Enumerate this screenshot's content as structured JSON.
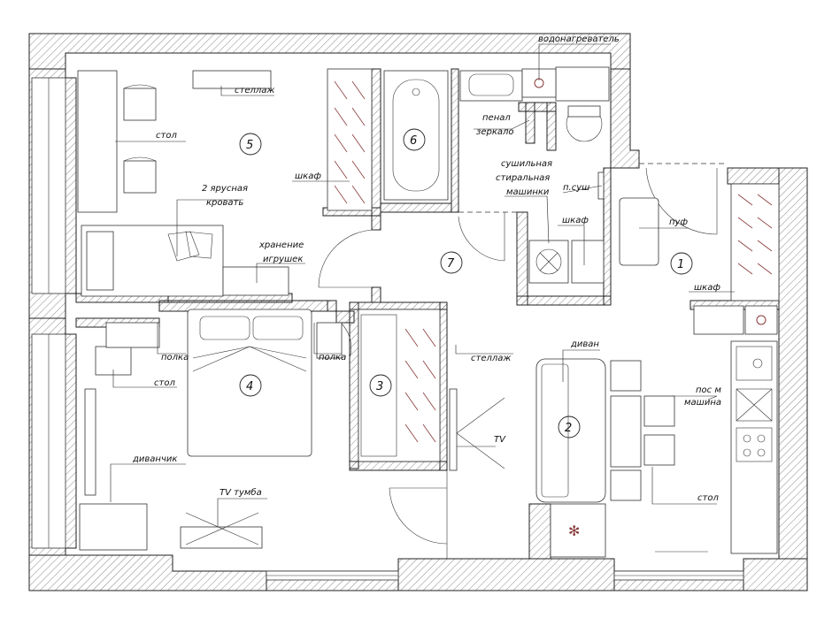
{
  "rooms": [
    {
      "number": "1"
    },
    {
      "number": "2"
    },
    {
      "number": "3"
    },
    {
      "number": "4"
    },
    {
      "number": "5"
    },
    {
      "number": "6"
    },
    {
      "number": "7"
    }
  ],
  "labels": {
    "water_heater": "водонагреватель",
    "shelving_room5": "стеллаж",
    "pencil_case": "пенал",
    "mirror": "зеркало",
    "desk_room5": "стол",
    "wardrobe_room5": "шкаф",
    "dryer_washer_1": "сушильная",
    "dryer_washer_2": "стиральная",
    "dryer_washer_3": "машинки",
    "towel_dryer": "п.суш",
    "bunk_bed_1": "2 ярусная",
    "bunk_bed_2": "кровать",
    "wardrobe_hall7": "шкаф",
    "pouf": "пуф",
    "toy_storage_1": "хранение",
    "toy_storage_2": "игрушек",
    "wardrobe_hall1": "шкаф",
    "shelf_left": "полка",
    "shelf_right": "полка",
    "shelving_room3": "стеллаж",
    "sofa": "диван",
    "desk_room4": "стол",
    "dishwasher_1": "пос м",
    "dishwasher_2": "машина",
    "tv": "TV",
    "small_sofa": "диванчик",
    "tv_stand": "TV тумба",
    "table_kitchen": "стол"
  },
  "colors": {
    "wall_line": "#222222",
    "accent": "#8a3a3a",
    "radiator": "#c9a3a3"
  }
}
